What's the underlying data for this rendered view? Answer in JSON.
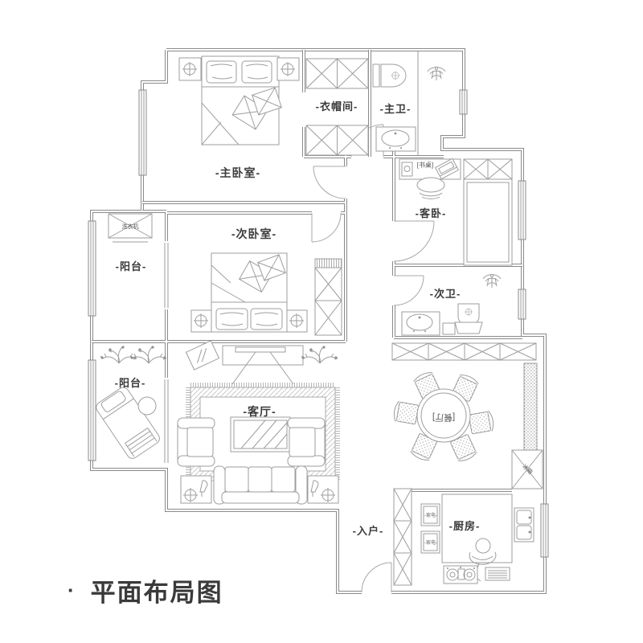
{
  "title": {
    "bullet": "·",
    "text": "平面布局图"
  },
  "rooms": {
    "master_bedroom": "-主卧室-",
    "cloakroom": "-衣帽间-",
    "master_bath": "-主卫-",
    "guest_bedroom": "-客卧-",
    "second_bedroom": "-次卧室-",
    "balcony_north": "-阳台-",
    "balcony_south": "-阳台-",
    "second_bath": "-次卫-",
    "living_room": "-客厅-",
    "dining_room": "[餐厅]",
    "entry": "-入户-",
    "kitchen": "-厨房-"
  },
  "furniture_tags": {
    "desk": "[书桌]",
    "washing_machine": "洗衣机",
    "appliance_upper": "-家电-",
    "appliance_lower": "-家电-",
    "fridge": "冰箱"
  },
  "colors": {
    "wall": "#8a8a8a",
    "furniture_line": "#9e9e9e",
    "text": "#3b3b3b"
  }
}
